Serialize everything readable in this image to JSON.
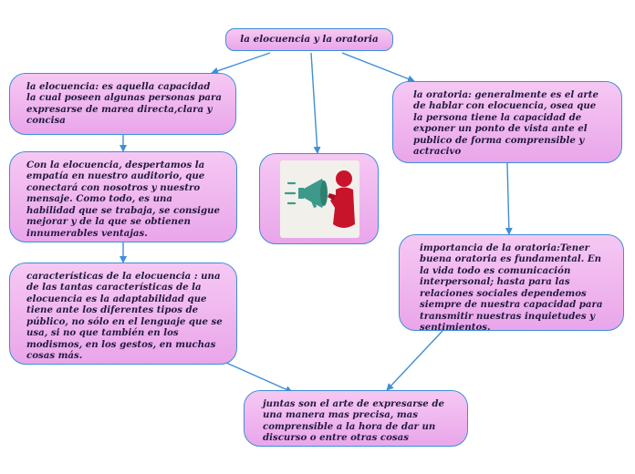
{
  "title": "la elocuencia y la oratoria",
  "nodes": {
    "elocuencia_def": "la elocuencia: es aquella capacidad la cual poseen algunas personas para expresarse de marea directa,clara y concisa",
    "empatia": "Con la elocuencia, despertamos la empatía en nuestro auditorio, que conectará con nosotros y nuestro mensaje. Como todo, es una habilidad que se trabaja, se consigue mejorar y de la que se obtienen innumerables ventajas.",
    "caracteristicas": "características de la elocuencia : una de las tantas características de la elocuencia es la adaptabilidad que tiene  ante los diferentes tipos de público, no sólo en el lenguaje que se usa, si no que  también en los modismos, en los gestos, en muchas cosas más.",
    "oratoria_def": "la oratoria: generalmente es el arte de hablar con elocuencia, osea que la persona tiene la capacidad de exponer un ponto de vista ante el publico de forma comprensible y actracivo",
    "importancia": "importancia de la oratoria:Tener buena oratoria es fundamental. En la vida todo es comunicación interpersonal; hasta para las relaciones sociales dependemos siempre de nuestra capacidad para transmitir nuestras inquietudes y sentimientos.",
    "conclusion": "juntas son el arte de expresarse de una manera mas precisa, mas comprensible a la hora de dar un discurso o entre otras cosas"
  },
  "icons": {
    "image": "megaphone-speaker-icon"
  },
  "colors": {
    "node_fill_top": "#f6c8f3",
    "node_fill_bottom": "#e9a6ea",
    "border": "#3e8ed8",
    "text": "#231a40",
    "megaphone": "#3d9a8a",
    "person": "#c8142a"
  }
}
